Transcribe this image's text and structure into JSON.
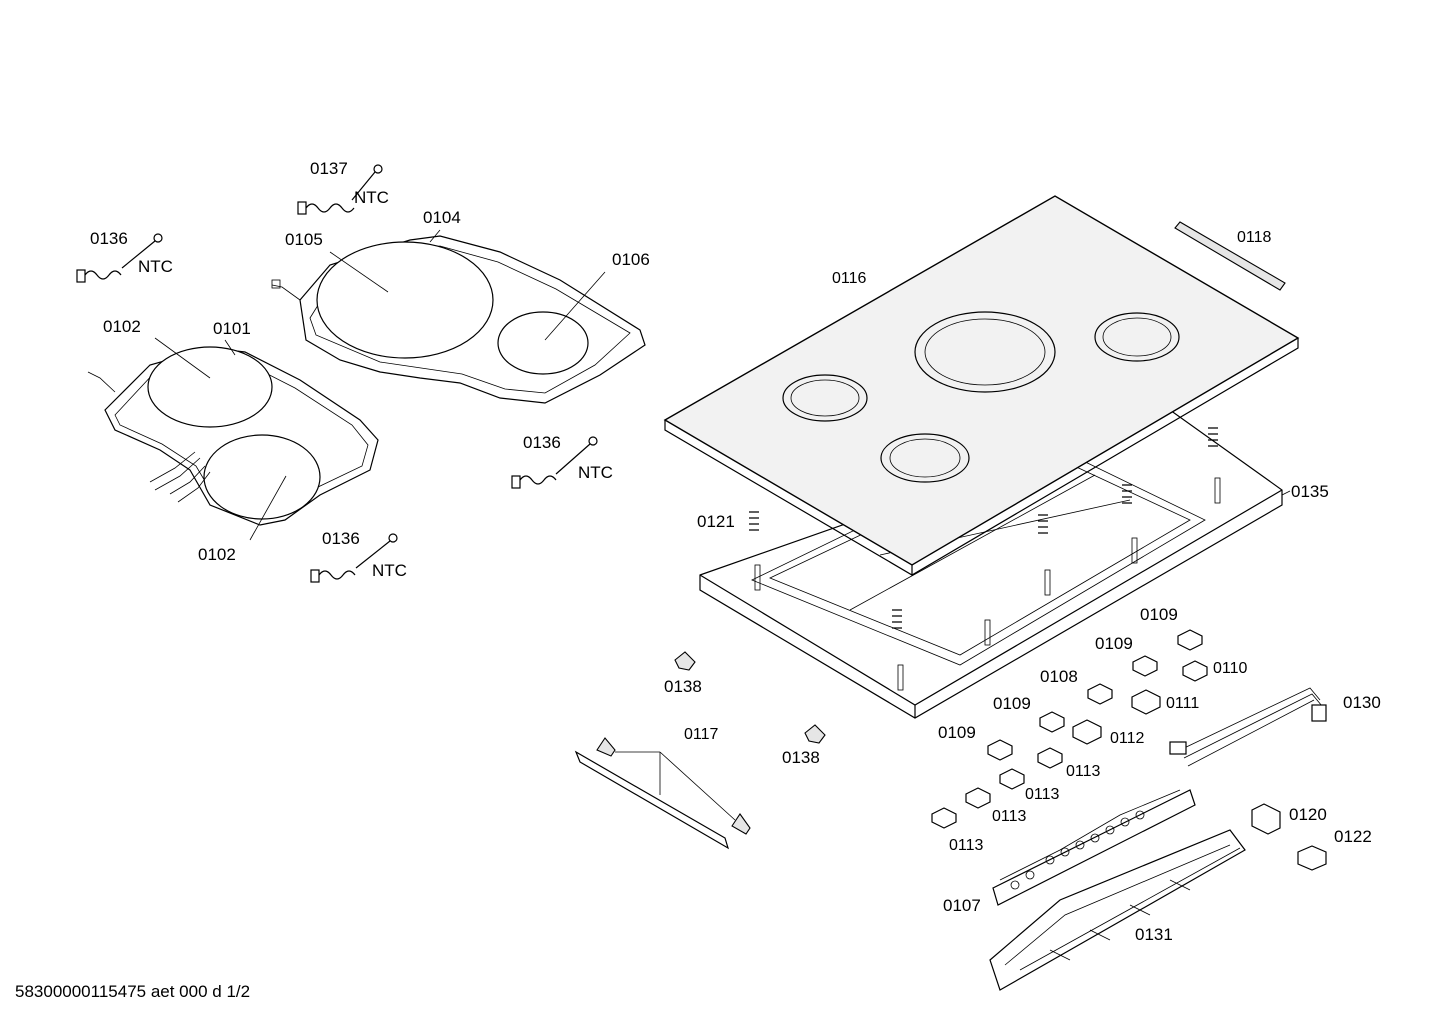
{
  "diagram": {
    "footer": "58300000115475 aet 000 d 1/2",
    "labels": {
      "l0137": "0137",
      "ntc_0137": "NTC",
      "l0136_a": "0136",
      "ntc_a": "NTC",
      "l0104": "0104",
      "l0105": "0105",
      "l0106": "0106",
      "l0102_a": "0102",
      "l0101": "0101",
      "l0102_b": "0102",
      "l0136_b": "0136",
      "ntc_b": "NTC",
      "l0136_c": "0136",
      "ntc_c": "NTC",
      "l0116": "0116",
      "l0118": "0118",
      "l0135": "0135",
      "l0121": "0121",
      "l0109_a": "0109",
      "l0109_b": "0109",
      "l0110": "0110",
      "l0108": "0108",
      "l0111": "0111",
      "l0109_c": "0109",
      "l0112": "0112",
      "l0109_d": "0109",
      "l0113_a": "0113",
      "l0113_b": "0113",
      "l0113_c": "0113",
      "l0113_d": "0113",
      "l0130": "0130",
      "l0138_a": "0138",
      "l0138_b": "0138",
      "l0117": "0117",
      "l0120": "0120",
      "l0122": "0122",
      "l0107": "0107",
      "l0131": "0131"
    }
  }
}
